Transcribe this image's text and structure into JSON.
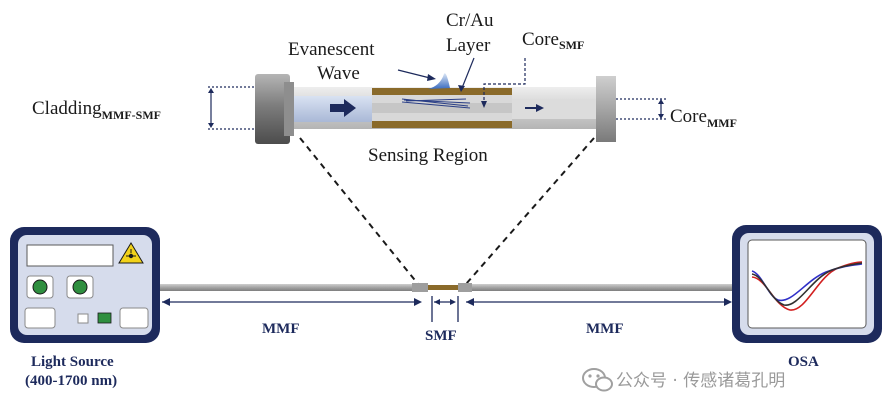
{
  "sensor": {
    "evanescent_line1": "Evanescent",
    "evanescent_line2": "Wave",
    "crau_line1": "Cr/Au",
    "crau_line2": "Layer",
    "core_smf_main": "Core",
    "core_smf_sub": "SMF",
    "cladding_main": "Cladding",
    "cladding_sub": "MMF-SMF",
    "core_mmf_main": "Core",
    "core_mmf_sub": "MMF",
    "sensing_region": "Sensing Region"
  },
  "setup": {
    "light_source_line1": "Light Source",
    "light_source_line2": "(400-1700 nm)",
    "mmf_left": "MMF",
    "smf": "SMF",
    "mmf_right": "MMF",
    "osa": "OSA"
  },
  "watermark": {
    "text": "公众号 · 传感诸葛孔明"
  },
  "colors": {
    "navy": "#1d2a5c",
    "device_face": "#d6dcec",
    "gold_layer": "#8a6a2a",
    "fiber_gray": "#a9a9a9",
    "led_green": "#2f8f3f",
    "curve_red": "#d22020",
    "curve_blue": "#3030c8",
    "curve_dark": "#303030"
  },
  "icons": [
    "laser-warning-icon",
    "wave-icon",
    "wechat-icon"
  ]
}
